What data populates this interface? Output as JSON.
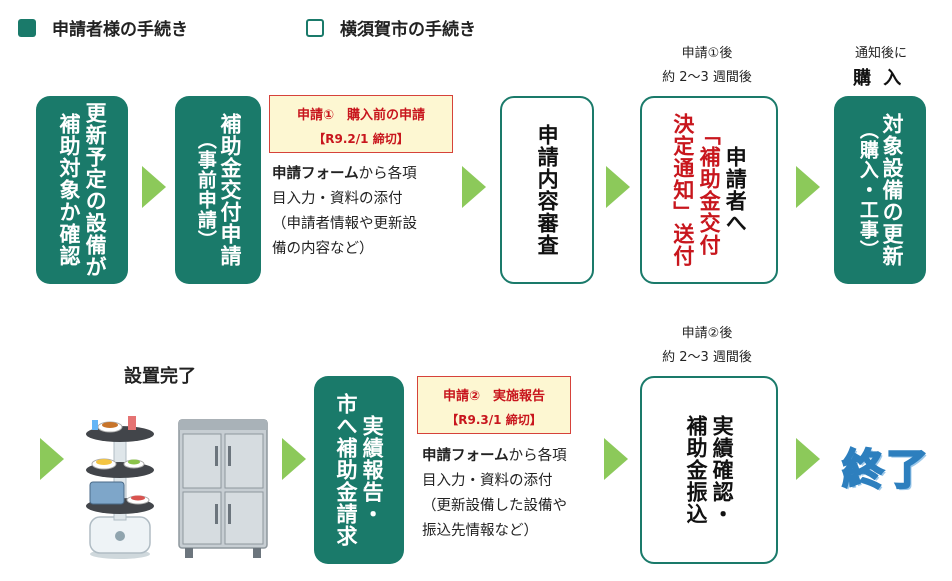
{
  "legend": {
    "applicant": "申請者様の手続き",
    "city": "横須賀市の手続き"
  },
  "colors": {
    "teal": "#1a7a6a",
    "arrow_green": "#8cc95a",
    "red": "#c8161d",
    "notice_bg": "#fdf7d2",
    "end_blue": "#2d7fbe"
  },
  "row1": {
    "step1": {
      "col1": "更新予定の設備が",
      "col2": "補助対象か確認"
    },
    "step2": {
      "col1": "補助金交付申請",
      "col2": "（事前申請）"
    },
    "notice1": {
      "line1": "申請①　購入前の申請",
      "line2": "【R9.2/1 締切】"
    },
    "desc1": {
      "bold": "申請フォーム",
      "rest": "から各項",
      "line2": "目入力・資料の添付",
      "line3": "（申請者情報や更新設",
      "line4": "備の内容など）"
    },
    "step3": {
      "col1": "申請内容審査"
    },
    "note_after1": {
      "line1": "申請①後",
      "line2": "約 2～3 週間後"
    },
    "step4": {
      "col1": "申請者へ",
      "col2": "「補助金交付",
      "col3": "決定通知」送付"
    },
    "note_purchase": {
      "line1": "通知後に",
      "line2": "購 入"
    },
    "step5": {
      "col1": "対象設備の更新",
      "col2": "（購入・工事）"
    }
  },
  "row2": {
    "install_label": "設置完了",
    "step6": {
      "col1": "実績報告・",
      "col2": "市へ補助金請求"
    },
    "notice2": {
      "line1": "申請②　実施報告",
      "line2": "【R9.3/1 締切】"
    },
    "desc2": {
      "bold": "申請フォーム",
      "rest": "から各項",
      "line2": "目入力・資料の添付",
      "line3": "（更新設備した設備や",
      "line4": "振込先情報など）"
    },
    "note_after2": {
      "line1": "申請②後",
      "line2": "約 2～3 週間後"
    },
    "step7": {
      "col1": "実績確認・",
      "col2": "補助金振込"
    },
    "end": "終了"
  },
  "icons": {
    "robot": "serving-robot-icon",
    "fridge": "refrigerator-icon"
  }
}
